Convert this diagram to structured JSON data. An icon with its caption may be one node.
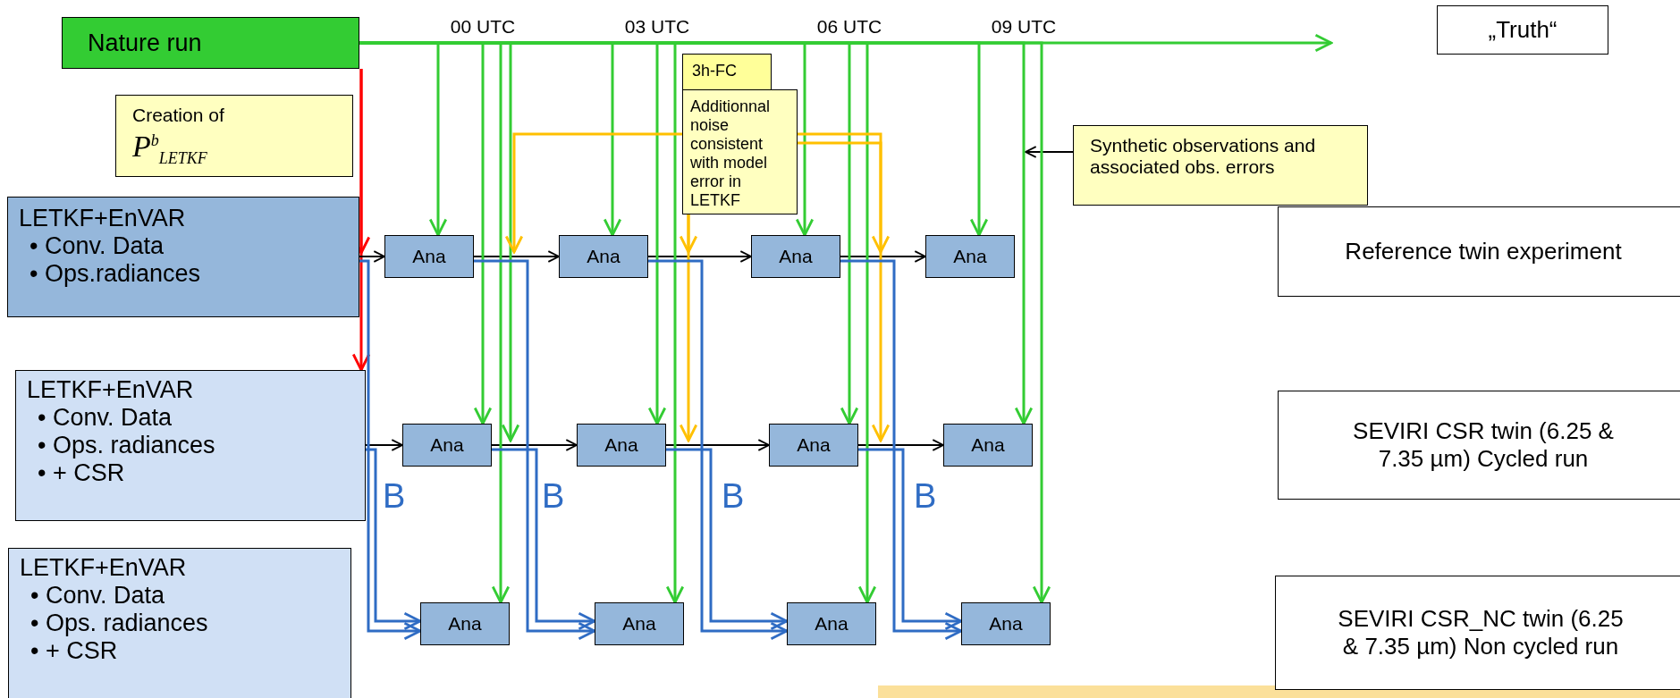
{
  "diagram": {
    "nodes": [
      {
        "text": [
          "Nature run"
        ]
      },
      {
        "text": [
          "„Truth“"
        ]
      },
      {
        "text": [
          "3h-FC"
        ]
      },
      {
        "text": [
          "Additionnal noise consistent with model error in LETKF"
        ]
      },
      {
        "text": [
          "Creation of",
          "P$^{b}$$_{LETKF}$"
        ]
      },
      {
        "text": [
          "Synthetic observations and associated obs. errors"
        ]
      },
      {
        "text": [
          "LETKF+EnVAR",
          "• Conv. Data",
          "• Ops.radiances"
        ]
      },
      {
        "text": [
          "LETKF+EnVAR",
          "• Conv. Data",
          "• Ops. radiances",
          "• + CSR"
        ]
      },
      {
        "text": [
          "LETKF+EnVAR",
          "• Conv. Data",
          "• Ops. radiances",
          "• + CSR"
        ]
      },
      {
        "text": [
          "Ana"
        ]
      },
      {
        "text": [
          "Ana"
        ]
      },
      {
        "text": [
          "Ana"
        ]
      },
      {
        "text": [
          "Ana"
        ]
      },
      {
        "text": [
          "Ana"
        ]
      },
      {
        "text": [
          "Ana"
        ]
      },
      {
        "text": [
          "Ana"
        ]
      },
      {
        "text": [
          "Ana"
        ]
      },
      {
        "text": [
          "Ana"
        ]
      },
      {
        "text": [
          "Ana"
        ]
      },
      {
        "text": [
          "Ana"
        ]
      },
      {
        "text": [
          "Ana"
        ]
      },
      {
        "text": [
          "Reference twin experiment"
        ]
      },
      {
        "text": [
          "SEVIRI CSR twin (6.25 & 7.35 µm) Cycled run"
        ]
      },
      {
        "text": [
          "SEVIRI CSR_NC twin (6.25 & 7.35 µm) Non cycled run"
        ]
      }
    ],
    "edges": [
      {
        "from": 0,
        "to": null,
        "arrow": "to"
      },
      {
        "from": 0,
        "to": 6,
        "arrow": "to",
        "color": "#ff0000"
      },
      {
        "from": 0,
        "to": 7,
        "arrow": "to",
        "color": "#ff0000"
      },
      {
        "from": 5,
        "to": null,
        "arrow": "to",
        "color": "#000000"
      },
      {
        "from": 6,
        "to": 9,
        "arrow": "to",
        "color": "#000000"
      },
      {
        "from": 9,
        "to": 10,
        "arrow": "to",
        "color": "#000000"
      },
      {
        "from": 10,
        "to": 11,
        "arrow": "to",
        "color": "#000000"
      },
      {
        "from": 11,
        "to": 12,
        "arrow": "to",
        "color": "#000000"
      },
      {
        "from": 7,
        "to": 13,
        "arrow": "to",
        "color": "#000000"
      },
      {
        "from": 13,
        "to": 14,
        "arrow": "to",
        "color": "#000000"
      },
      {
        "from": 14,
        "to": 15,
        "arrow": "to",
        "color": "#000000"
      },
      {
        "from": 15,
        "to": 16,
        "arrow": "to",
        "color": "#000000"
      },
      {
        "from": 0,
        "to": 9,
        "arrow": "to"
      },
      {
        "from": 0,
        "to": 10,
        "arrow": "to"
      },
      {
        "from": 0,
        "to": 11,
        "arrow": "to"
      },
      {
        "from": 0,
        "to": 12,
        "arrow": "to"
      },
      {
        "from": 0,
        "to": 13,
        "arrow": "to"
      },
      {
        "from": 0,
        "to": 14,
        "arrow": "to"
      },
      {
        "from": 0,
        "to": 15,
        "arrow": "to"
      },
      {
        "from": 0,
        "to": 16,
        "arrow": "to"
      },
      {
        "from": 0,
        "to": 17,
        "arrow": "to"
      },
      {
        "from": 0,
        "to": 18,
        "arrow": "to"
      },
      {
        "from": 0,
        "to": 19,
        "arrow": "to"
      },
      {
        "from": 0,
        "to": 20,
        "arrow": "to"
      },
      {
        "from": 0,
        "to": 13,
        "arrow": "to"
      },
      {
        "from": 3,
        "to": 9,
        "arrow": "to",
        "color": "#ffc000"
      },
      {
        "from": 3,
        "to": 10,
        "arrow": "to",
        "color": "#ffc000"
      },
      {
        "from": 3,
        "to": 11,
        "arrow": "to",
        "color": "#ffc000"
      },
      {
        "from": 3,
        "to": 14,
        "arrow": "to",
        "color": "#ffc000"
      },
      {
        "from": 3,
        "to": 15,
        "arrow": "to",
        "color": "#ffc000"
      },
      {
        "from": 6,
        "to": 17,
        "arrow": "to",
        "label": "B",
        "color": "#2f6cc4"
      },
      {
        "from": 9,
        "to": 18,
        "arrow": "to",
        "label": "B",
        "color": "#2f6cc4"
      },
      {
        "from": 10,
        "to": 19,
        "arrow": "to",
        "label": "B",
        "color": "#2f6cc4"
      },
      {
        "from": 11,
        "to": 20,
        "arrow": "to",
        "label": "B",
        "color": "#2f6cc4"
      },
      {
        "from": 7,
        "to": 17,
        "arrow": "to",
        "color": "#2f6cc4"
      },
      {
        "from": 13,
        "to": 18,
        "arrow": "to",
        "color": "#2f6cc4"
      },
      {
        "from": 14,
        "to": 19,
        "arrow": "to",
        "color": "#2f6cc4"
      },
      {
        "from": 15,
        "to": 20,
        "arrow": "to",
        "color": "#2f6cc4"
      }
    ],
    "labels": [
      "00 UTC",
      "03 UTC",
      "06 UTC",
      "09 UTC"
    ]
  }
}
